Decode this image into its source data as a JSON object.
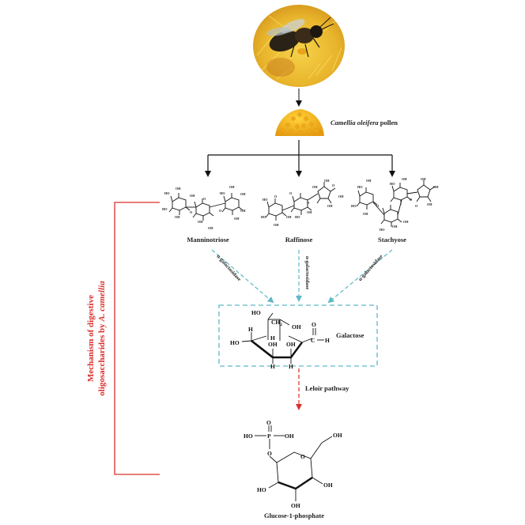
{
  "icons": {
    "bee_photo": "bee-on-flower-photo",
    "pollen": "pollen-pile-icon"
  },
  "colors": {
    "mechanism_bracket": "#d9302c",
    "enzyme_arrow": "#5fb9c6",
    "leloir_arrow": "#d9302c",
    "flow_arrow": "#111111"
  },
  "source": {
    "species": "Camellia oleifera",
    "suffix": " pollen"
  },
  "sugars": {
    "manninotriose": "Manninotriose",
    "raffinose": "Raffinose",
    "stachyose": "Stachyose"
  },
  "enzymes": {
    "left": "α-galactosidase",
    "center": "α-galactosidase",
    "right": "α-galactosidase"
  },
  "galactose": {
    "label": "Galactose",
    "atoms": {
      "ho_top": "HO",
      "ch2": "CH",
      "ch2_sub": "2",
      "oh_top": "OH",
      "h_c4": "H",
      "h_c2": "H",
      "ho_left": "HO",
      "oh_mid": "OH",
      "oh_right": "OH",
      "h_bottom_left": "H",
      "h_bottom_right": "H",
      "c_aldehyde": "C",
      "o_aldehyde": "O",
      "h_aldehyde": "H"
    }
  },
  "pathway": {
    "label": "Leloir pathway"
  },
  "product": {
    "label": "Glucose-1-phosphate",
    "atoms": {
      "o_double": "O",
      "p": "P",
      "ho_p": "HO",
      "oh_p": "OH",
      "o_bridge": "O",
      "o_ring": "O",
      "oh_ch2": "OH",
      "ho_c2": "HO",
      "oh_c4": "OH",
      "oh_c3": "OH"
    }
  },
  "mechanism": {
    "line1": "Mechanism of digestive",
    "line2_prefix": "oligosaccharides by ",
    "line2_species": "A. camellia"
  }
}
